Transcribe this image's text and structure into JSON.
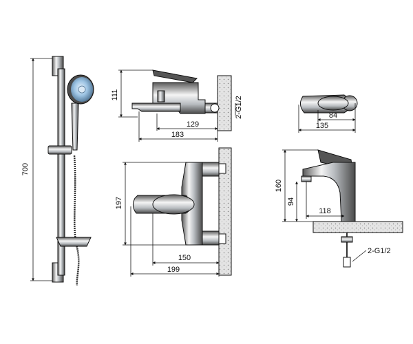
{
  "colors": {
    "chrome_light": "#f2f2f2",
    "chrome_mid": "#b9bdc2",
    "chrome_dark": "#3a3a3a",
    "wall_fill": "#dcdcdc",
    "accent_blue": "#9cc3e3"
  },
  "shower_set": {
    "height_label": "700"
  },
  "bath_mixer_side": {
    "height_label": "111",
    "thread_label": "2-G1/2",
    "spout_length_label": "129",
    "total_length_label": "183"
  },
  "bath_mixer_top": {
    "height_label": "197",
    "length_inner_label": "150",
    "length_total_label": "199"
  },
  "basin_mixer_top": {
    "lever_label": "84",
    "length_label": "135"
  },
  "basin_mixer_side": {
    "total_height_label": "160",
    "spout_height_label": "94",
    "spout_reach_label": "118",
    "thread_label": "2-G1/2"
  }
}
